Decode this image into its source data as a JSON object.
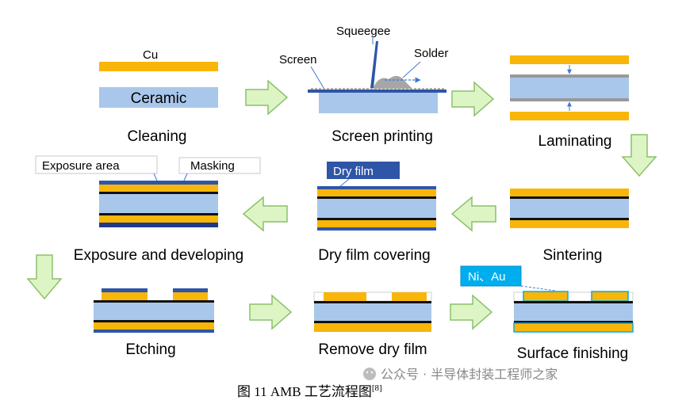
{
  "colors": {
    "copper": "#F8B60A",
    "ceramic": "#A9C7EA",
    "black_line": "#111111",
    "dry_film": "#2F55A6",
    "ni_au": "#00AEEF",
    "arrow_fill": "#DDF5C4",
    "arrow_stroke": "#8CC06A",
    "small_arrow": "#3A7BD5"
  },
  "step1": {
    "cu_label": "Cu",
    "ceramic_label": "Ceramic",
    "title": "Cleaning"
  },
  "step2": {
    "squeegee": "Squeegee",
    "screen": "Screen",
    "solder": "Solder",
    "title": "Screen printing"
  },
  "step3": {
    "title": "Laminating"
  },
  "step4": {
    "title": "Sintering"
  },
  "step5": {
    "dry_film": "Dry film",
    "title": "Dry film covering"
  },
  "step6": {
    "exposure_area": "Exposure area",
    "masking": "Masking",
    "title": "Exposure and developing"
  },
  "step7": {
    "title": "Etching"
  },
  "step8": {
    "title": "Remove dry film"
  },
  "step9": {
    "ni_au": "Ni、Au",
    "title": "Surface finishing"
  },
  "watermark": "公众号 · 半导体封装工程师之家",
  "caption": {
    "text": "图 11 AMB 工艺流程图",
    "ref": "[8]"
  }
}
